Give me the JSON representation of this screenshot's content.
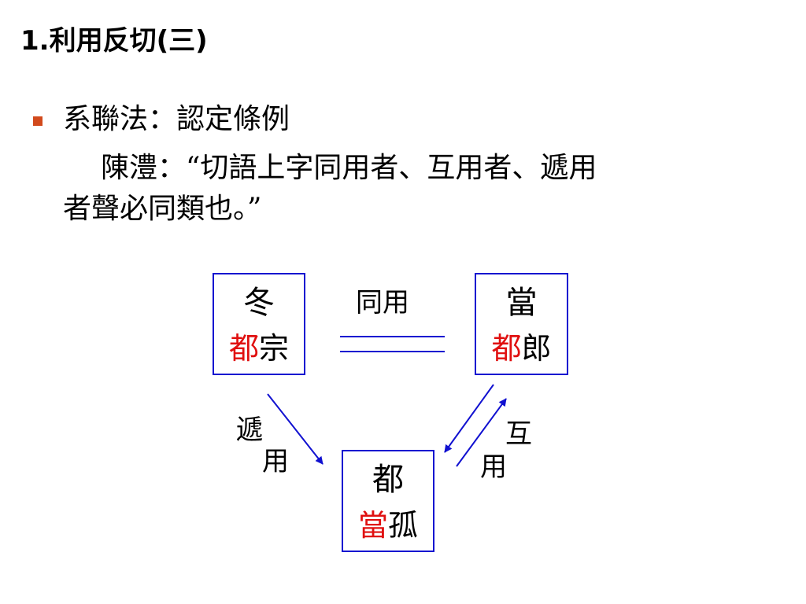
{
  "slide": {
    "title": "1.利用反切(三)",
    "bullet": "系聯法：認定條例",
    "quote_line1": "陳澧：“切語上字同用者、互用者、遞用",
    "quote_line2": "者聲必同類也。”"
  },
  "diagram": {
    "box_dong": {
      "head": "冬",
      "upper": "都",
      "lower": "宗"
    },
    "box_dang": {
      "head": "當",
      "upper": "都",
      "lower": "郎"
    },
    "box_du": {
      "head": "都",
      "upper": "當",
      "lower": "孤"
    },
    "label_tongyong": "同用",
    "label_diyong_1": "遞",
    "label_diyong_2": "用",
    "label_huyong_1": "互",
    "label_huyong_2": "用"
  },
  "colors": {
    "box_border": "#1010d0",
    "highlight": "#e01010",
    "bullet": "#d24a1c"
  }
}
